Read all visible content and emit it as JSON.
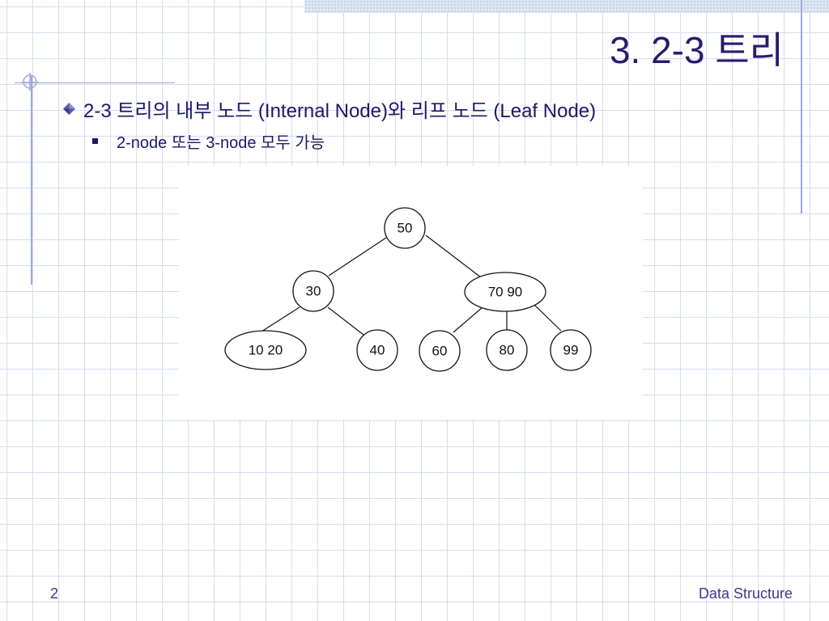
{
  "slide": {
    "title": "3. 2-3 트리",
    "bullet_level1": "2-3 트리의 내부 노드 (Internal Node)와 리프 노드 (Leaf Node)",
    "bullet_level2": "2-node 또는 3-node 모두 가능",
    "page_number": "2",
    "footer": "Data Structure"
  },
  "tree": {
    "nodes": [
      {
        "id": "root",
        "label": "50"
      },
      {
        "id": "left",
        "label": "30"
      },
      {
        "id": "right",
        "label": "70   90"
      },
      {
        "id": "left-left",
        "label": "10   20"
      },
      {
        "id": "left-right",
        "label": "40"
      },
      {
        "id": "right-left",
        "label": "60"
      },
      {
        "id": "right-mid",
        "label": "80"
      },
      {
        "id": "right-right",
        "label": "99"
      }
    ]
  },
  "colors": {
    "title": "#2a1a6e",
    "text": "#1a1a66",
    "accent_rule": "#9aa9d6",
    "grid": "#d4dcee"
  }
}
